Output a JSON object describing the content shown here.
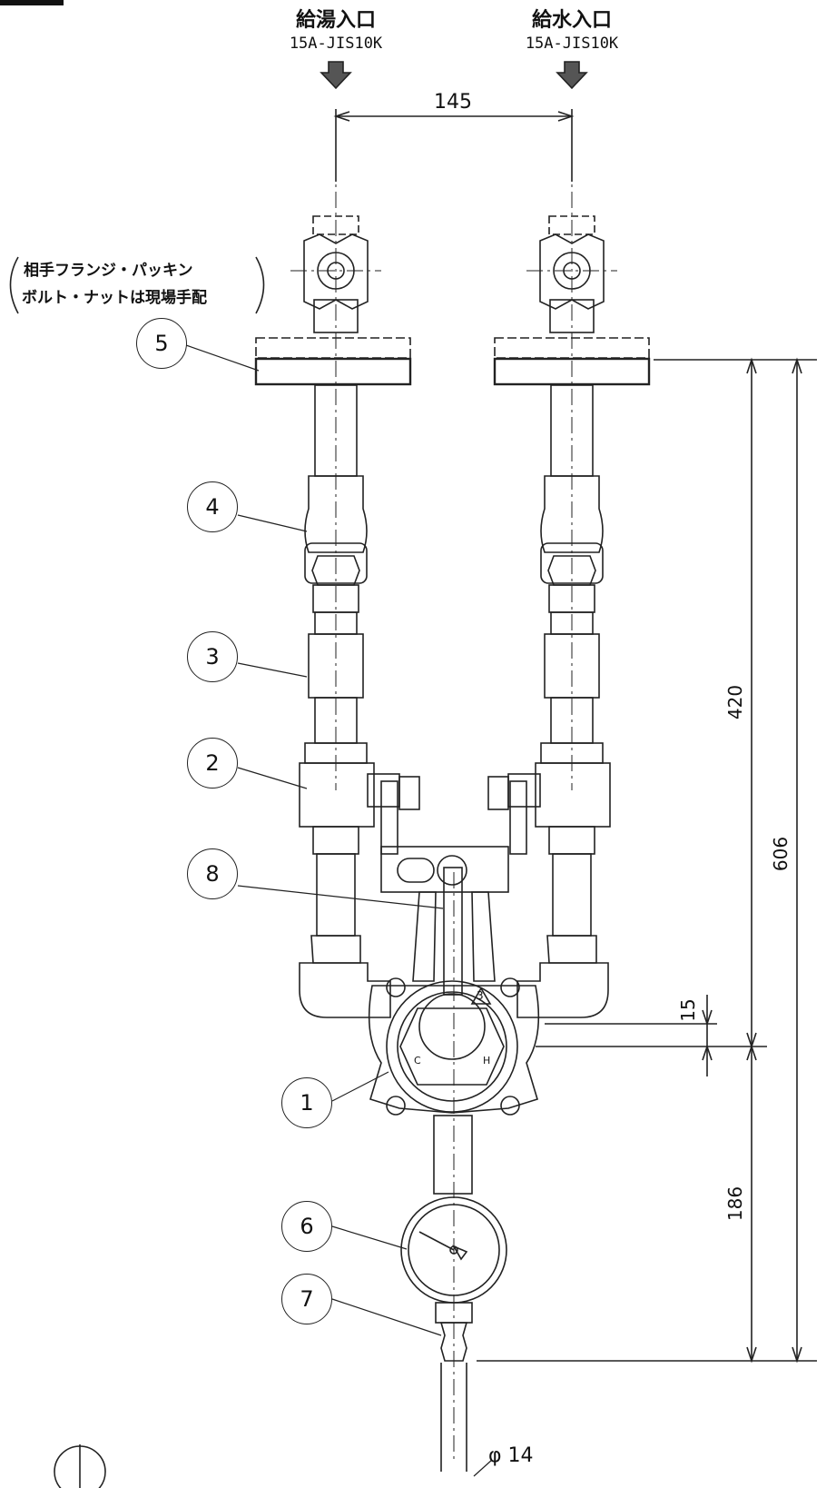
{
  "inlets": {
    "hot": {
      "name": "給湯入口",
      "spec": "15A-JIS10K"
    },
    "cold": {
      "name": "給水入口",
      "spec": "15A-JIS10K"
    }
  },
  "dimensions": {
    "inlet_spacing": "145",
    "height_upper": "420",
    "height_total": "606",
    "offset": "15",
    "height_lower": "186",
    "outlet_diameter": "φ 14"
  },
  "note": {
    "line1": "相手フランジ・パッキン",
    "line2": "ボルト・ナットは現場手配"
  },
  "gauge_mark": "3",
  "handle_marks": {
    "cold": "C",
    "hot": "H"
  },
  "balloons": [
    "1",
    "2",
    "3",
    "4",
    "5",
    "6",
    "7",
    "8"
  ]
}
